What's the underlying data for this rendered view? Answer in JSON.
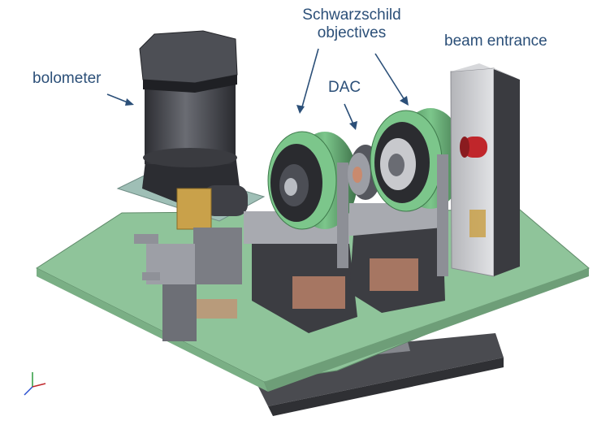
{
  "labels": {
    "bolometer": "bolometer",
    "schwarzschild_line1": "Schwarzschild",
    "schwarzschild_line2": "objectives",
    "dac": "DAC",
    "beam_entrance": "beam entrance"
  },
  "colors": {
    "label_text": "#2b4f78",
    "arrow": "#2b4f78",
    "base_plate": "#8fc49a",
    "base_plate_edge": "#5f8a69",
    "objective_green": "#6cb07a",
    "metal_dark": "#3a3a3e",
    "metal_mid": "#7b7d84",
    "metal_light": "#b9bcc2",
    "copper": "#c98a6e",
    "brass": "#c9a14a",
    "beam_red": "#c0262b"
  },
  "icons": [
    "axis-triad-icon"
  ]
}
